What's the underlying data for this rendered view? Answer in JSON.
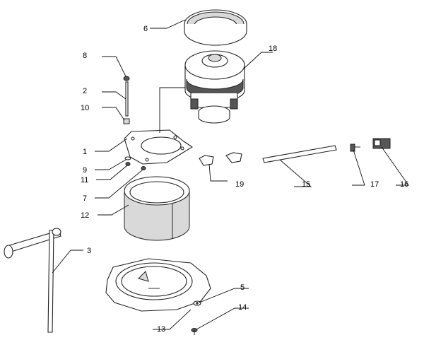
{
  "callouts": {
    "c1": "1",
    "c2": "2",
    "c3": "3",
    "c5": "5",
    "c6": "6",
    "c7": "7",
    "c8": "8",
    "c9": "9",
    "c10": "10",
    "c11": "11",
    "c12": "12",
    "c13": "13",
    "c14": "14",
    "c15": "15",
    "c16": "16",
    "c17": "17",
    "c18": "18",
    "c19": "19"
  }
}
